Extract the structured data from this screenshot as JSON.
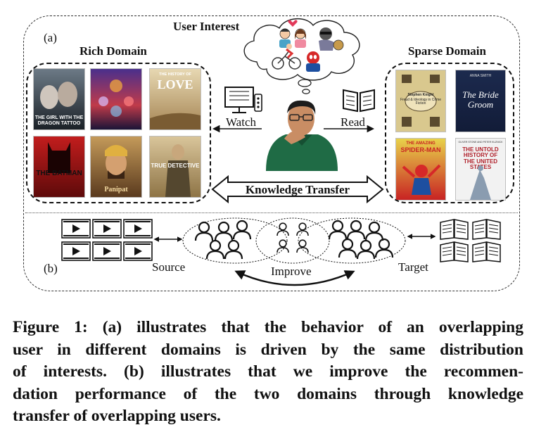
{
  "panel_a": {
    "label": "(a)",
    "user_interest_label": "User Interest",
    "rich_domain_label": "Rich Domain",
    "sparse_domain_label": "Sparse Domain",
    "watch_label": "Watch",
    "read_label": "Read",
    "knowledge_transfer_label": "Knowledge Transfer",
    "movies": [
      {
        "top_text": "",
        "title": "THE GIRL WITH THE DRAGON TATTOO"
      },
      {
        "top_text": "",
        "title": ""
      },
      {
        "top_text": "THE HISTORY OF",
        "title": "LOVE"
      },
      {
        "top_text": "",
        "title": "THE BATMAN"
      },
      {
        "top_text": "",
        "title": "Panipat"
      },
      {
        "top_text": "",
        "title": "TRUE DETECTIVE"
      }
    ],
    "books": [
      {
        "top_text": "Stephen Knight",
        "title": "Freud & Ideology in Crime Fiction"
      },
      {
        "top_text": "ANNA SMITH",
        "title": "The Bride Groom"
      },
      {
        "top_text": "THE AMAZING",
        "title": "SPIDER-MAN"
      },
      {
        "top_text": "OLIVER STONE AND PETER KUZNICK",
        "title": "THE UNTOLD HISTORY OF THE UNITED STATES"
      }
    ]
  },
  "panel_b": {
    "label": "(b)",
    "source_label": "Source",
    "target_label": "Target",
    "improve_label": "Improve"
  },
  "caption": {
    "lines": [
      "Figure 1: (a) illustrates that the behavior of an overlapping",
      "user in different domains is driven by the same distribution",
      "of interests. (b) illustrates that we improve the recommen-",
      "dation performance of the two domains through knowledge",
      "transfer of overlapping users."
    ]
  },
  "colors": {
    "frame": "#333333",
    "sweater": "#1f6b45",
    "skin": "#c98d64"
  }
}
